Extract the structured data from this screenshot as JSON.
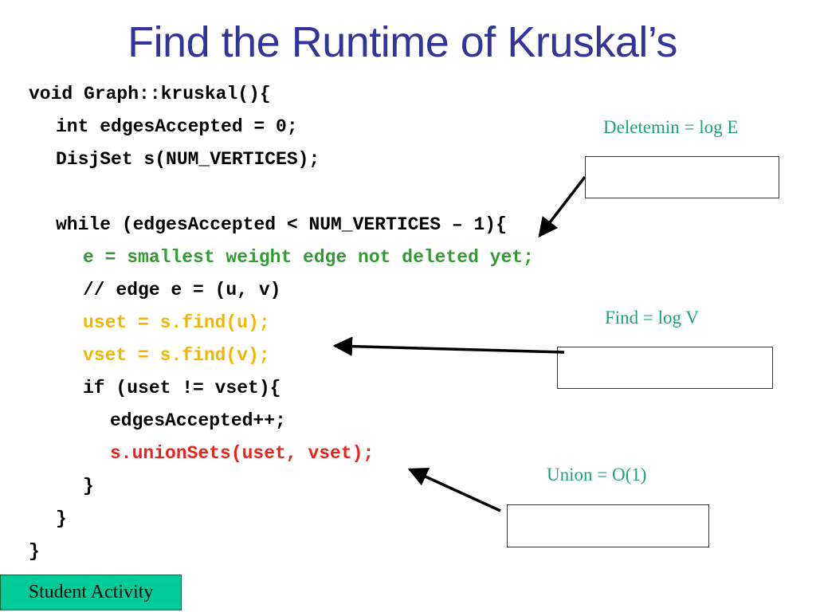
{
  "slide": {
    "title": "Find the Runtime of Kruskal’s",
    "code_lines": [
      {
        "indent": 0,
        "text": "void Graph::kruskal(){",
        "color": "#000000"
      },
      {
        "indent": 1,
        "text": "int edgesAccepted = 0;",
        "color": "#000000"
      },
      {
        "indent": 1,
        "text": "DisjSet s(NUM_VERTICES);",
        "color": "#000000"
      },
      {
        "indent": 1,
        "text": "while (edgesAccepted < NUM_VERTICES – 1){",
        "color": "#000000"
      },
      {
        "indent": 2,
        "text": "e = smallest weight edge not deleted yet;",
        "color": "#339933"
      },
      {
        "indent": 2,
        "text": "// edge e = (u, v)",
        "color": "#000000"
      },
      {
        "indent": 2,
        "text": "uset = s.find(u);",
        "color": "#f2b600"
      },
      {
        "indent": 2,
        "text": "vset = s.find(v);",
        "color": "#f2b600"
      },
      {
        "indent": 2,
        "text": "if (uset != vset){",
        "color": "#000000"
      },
      {
        "indent": 3,
        "text": "edgesAccepted++;",
        "color": "#000000"
      },
      {
        "indent": 3,
        "text": "s.unionSets(uset, vset);",
        "color": "#e8231b"
      },
      {
        "indent": 2,
        "text": "}",
        "color": "#000000"
      },
      {
        "indent": 1,
        "text": "}",
        "color": "#000000"
      },
      {
        "indent": 0,
        "text": "}",
        "color": "#000000"
      }
    ],
    "annotations": {
      "deletemin": "Deletemin = log E",
      "find": "Find = log V",
      "union": "Union = O(1)"
    },
    "student_activity": "Student Activity",
    "colors": {
      "title": "#333399",
      "annotation": "#1aa37a",
      "green_code": "#339933",
      "yellow_code": "#f2b600",
      "red_code": "#e8231b",
      "activity_bg": "#00cc99"
    }
  }
}
